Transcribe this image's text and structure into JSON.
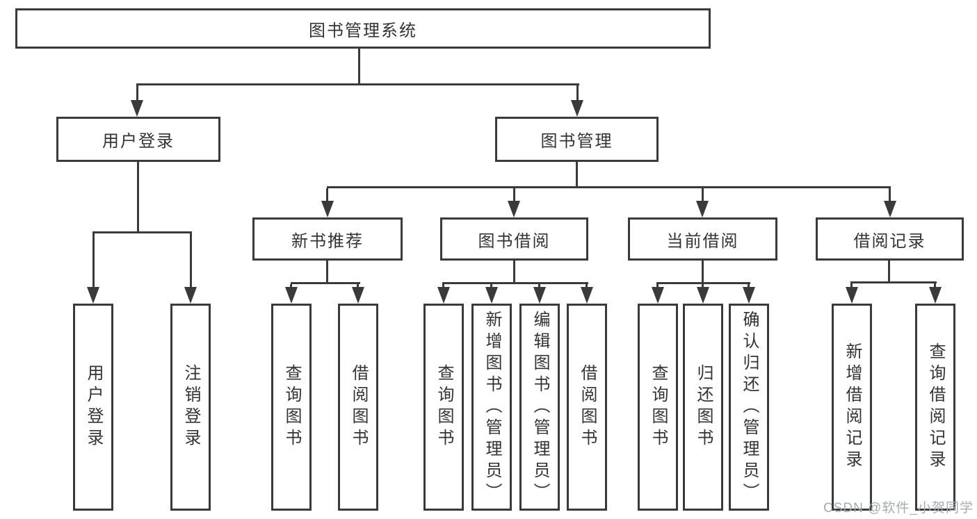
{
  "diagram": {
    "title": "图书管理系统",
    "level1": {
      "login": "用户登录",
      "manage": "图书管理"
    },
    "level2": {
      "recommend": "新书推荐",
      "borrow": "图书借阅",
      "current": "当前借阅",
      "records": "借阅记录"
    },
    "leaves": {
      "login_user": "用户登录",
      "login_logout": "注销登录",
      "rec_query": "查询图书",
      "rec_borrow": "借阅图书",
      "bor_query": "查询图书",
      "bor_add": "新增图书（管理员）",
      "bor_edit": "编辑图书（管理员）",
      "bor_borrow": "借阅图书",
      "cur_query": "查询图书",
      "cur_return": "归还图书",
      "cur_confirm": "确认归还（管理员）",
      "rek_add": "新增借阅记录",
      "rek_query": "查询借阅记录"
    },
    "watermark": "CSDN @软件_小贺同学",
    "colors": {
      "line": "#3a3a3a",
      "text": "#333333",
      "watermark": "#a6abb1",
      "background": "#ffffff"
    }
  }
}
